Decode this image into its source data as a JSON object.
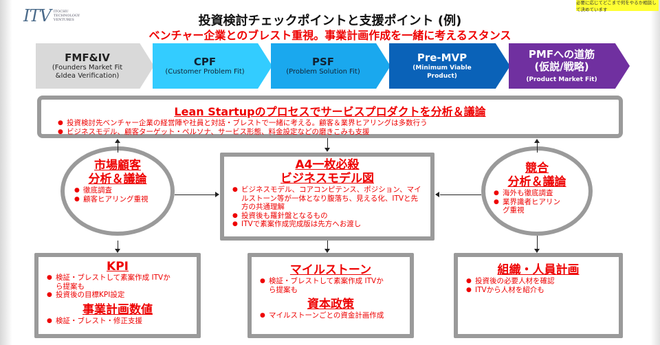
{
  "logo": {
    "mark": "ITV",
    "sub": "ITOCHU TECHNOLOGY VENTURES"
  },
  "note": "必要に応じてどこまで何をやるか相談して決めています",
  "title": "投資検討チェックポイントと支援ポイント (例)",
  "subtitle": "ベンチャー企業とのブレスト重視。事業計画作成を一緒に考えるスタンス",
  "stages": [
    {
      "head": "FMF&IV",
      "desc": "(Founders Market Fit &Idea Verification)",
      "color": "#d9d9d9"
    },
    {
      "head": "CPF",
      "desc": "(Customer Problem Fit)",
      "color": "#33ccff"
    },
    {
      "head": "PSF",
      "desc": "(Problem Solution Fit)",
      "color": "#1aa8ee"
    },
    {
      "head": "Pre-MVP",
      "desc": "(Minimum Viable Product)",
      "color": "#0a62b8"
    },
    {
      "head": "PMFへの道筋 (仮説/戦略)",
      "desc": "(Product Market Fit)",
      "color": "#7030a0"
    }
  ],
  "lean": {
    "title": "Lean Startupのプロセスでサービスプロダクトを分析＆議論",
    "items": [
      "投資検討先ベンチャー企業の経営陣や社員と対話・ブレストで一緒に考える。顧客＆業界ヒアリングは多数行う",
      "ビジネスモデル、顧客ターゲット・ペルソナ、サービス形態、料金設定などの磨きこみも支援"
    ]
  },
  "market": {
    "title1": "市場顧客",
    "title2": "分析＆議論",
    "items": [
      "徹底調査",
      "顧客ヒアリング重視"
    ]
  },
  "competition": {
    "title1": "競合",
    "title2": "分析＆議論",
    "items": [
      "海外も徹底調査",
      "業界識者ヒアリング重視"
    ]
  },
  "a4": {
    "title1": "A4一枚必殺",
    "title2": "ビジネスモデル図",
    "items": [
      "ビジネスモデル、コアコンピテンス、ポジション、マイルストーン等が一体となり腹落ち、見える化、ITVと先方の共通理解",
      "投資後も羅針盤となるもの",
      "ITVで素案作成完成版は先方へお渡し"
    ]
  },
  "kpi": {
    "title": "KPI",
    "items": [
      "検証・ブレストして素案作成 ITVから提案も",
      "投資後の目標KPI設定"
    ],
    "title2": "事業計画数値",
    "items2": [
      "検証・ブレスト・修正支援"
    ]
  },
  "milestone": {
    "title": "マイルストーン",
    "items": [
      "検証・ブレストして素案作成 ITVから提案も"
    ],
    "title2": "資本政策",
    "items2": [
      "マイルストーンごとの資金計画作成"
    ]
  },
  "org": {
    "title": "組織・人員計画",
    "items": [
      "投資後の必要人材を確認",
      "ITVから人材を紹介も"
    ]
  }
}
